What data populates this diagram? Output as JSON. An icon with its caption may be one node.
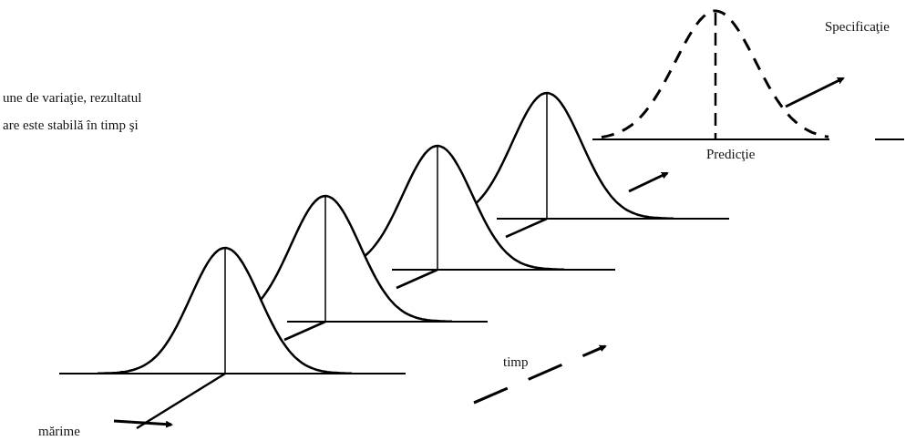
{
  "diagram": {
    "labels": [
      "une de variaţie, rezultatul",
      "are este stabilă în timp şi",
      "Specificaţie",
      "Predicţie",
      "timp",
      "mărime"
    ]
  }
}
